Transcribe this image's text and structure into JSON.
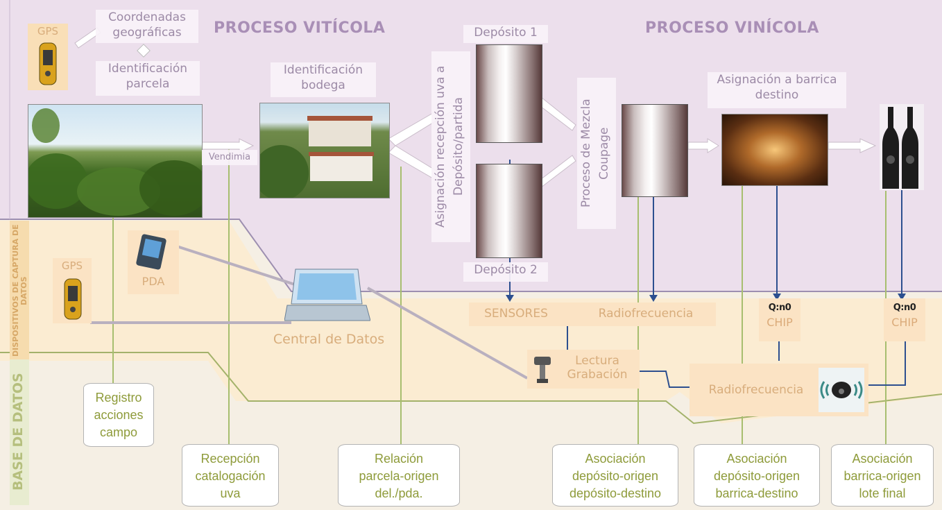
{
  "titles": {
    "viticola": "PROCESO VITÍCOLA",
    "vinicola": "PROCESO VINÍCOLA"
  },
  "side_labels": {
    "dispositivos": "DISPOSITIVOS DE CAPTURA DE DATOS",
    "base_datos": "BASE DE DATOS"
  },
  "labels": {
    "gps_top": "GPS",
    "coordenadas": "Coordenadas geográficas",
    "identificacion_parcela": "Identificación parcela",
    "identificacion_bodega": "Identificación bodega",
    "vendimia": "Vendimia",
    "asignacion_recepcion": "Asignación recepción uva a Depósito/partida",
    "deposito1": "Depósito 1",
    "deposito2": "Depósito 2",
    "proceso_mezcla": "Proceso de Mezcla Coupage",
    "asignacion_barrica": "Asignación a barrica destino"
  },
  "devices": {
    "gps": "GPS",
    "pda": "PDA",
    "central": "Central de Datos",
    "sensores": "SENSORES",
    "radiofrecuencia_top": "Radiofrecuencia",
    "chip_logo": "Q:n0",
    "chip": "CHIP",
    "lectura": "Lectura",
    "grabacion": "Grabación",
    "radiofrecuencia_bottom": "Radiofrecuencia"
  },
  "databases": [
    {
      "line1": "Registro",
      "line2": "acciones",
      "line3": "campo"
    },
    {
      "line1": "Recepción",
      "line2": "catalogación",
      "line3": "uva"
    },
    {
      "line1": "Relación",
      "line2": "parcela-origen",
      "line3": "del./pda."
    },
    {
      "line1": "Asociación",
      "line2": "depósito-origen",
      "line3": "depósito-destino"
    },
    {
      "line1": "Asociación",
      "line2": "depósito-origen",
      "line3": "barrica-destino"
    },
    {
      "line1": "Asociación",
      "line2": "barrica-origen",
      "line3": "lote final"
    }
  ],
  "colors": {
    "process_band": "#ecdfec",
    "device_band": "#fbecd2",
    "db_band": "#f5efe4",
    "purple_text": "#a98fb6",
    "orange_text": "#d8ad7c",
    "green_text": "#8e9b3a",
    "connector_blue": "#2c4f8f"
  }
}
